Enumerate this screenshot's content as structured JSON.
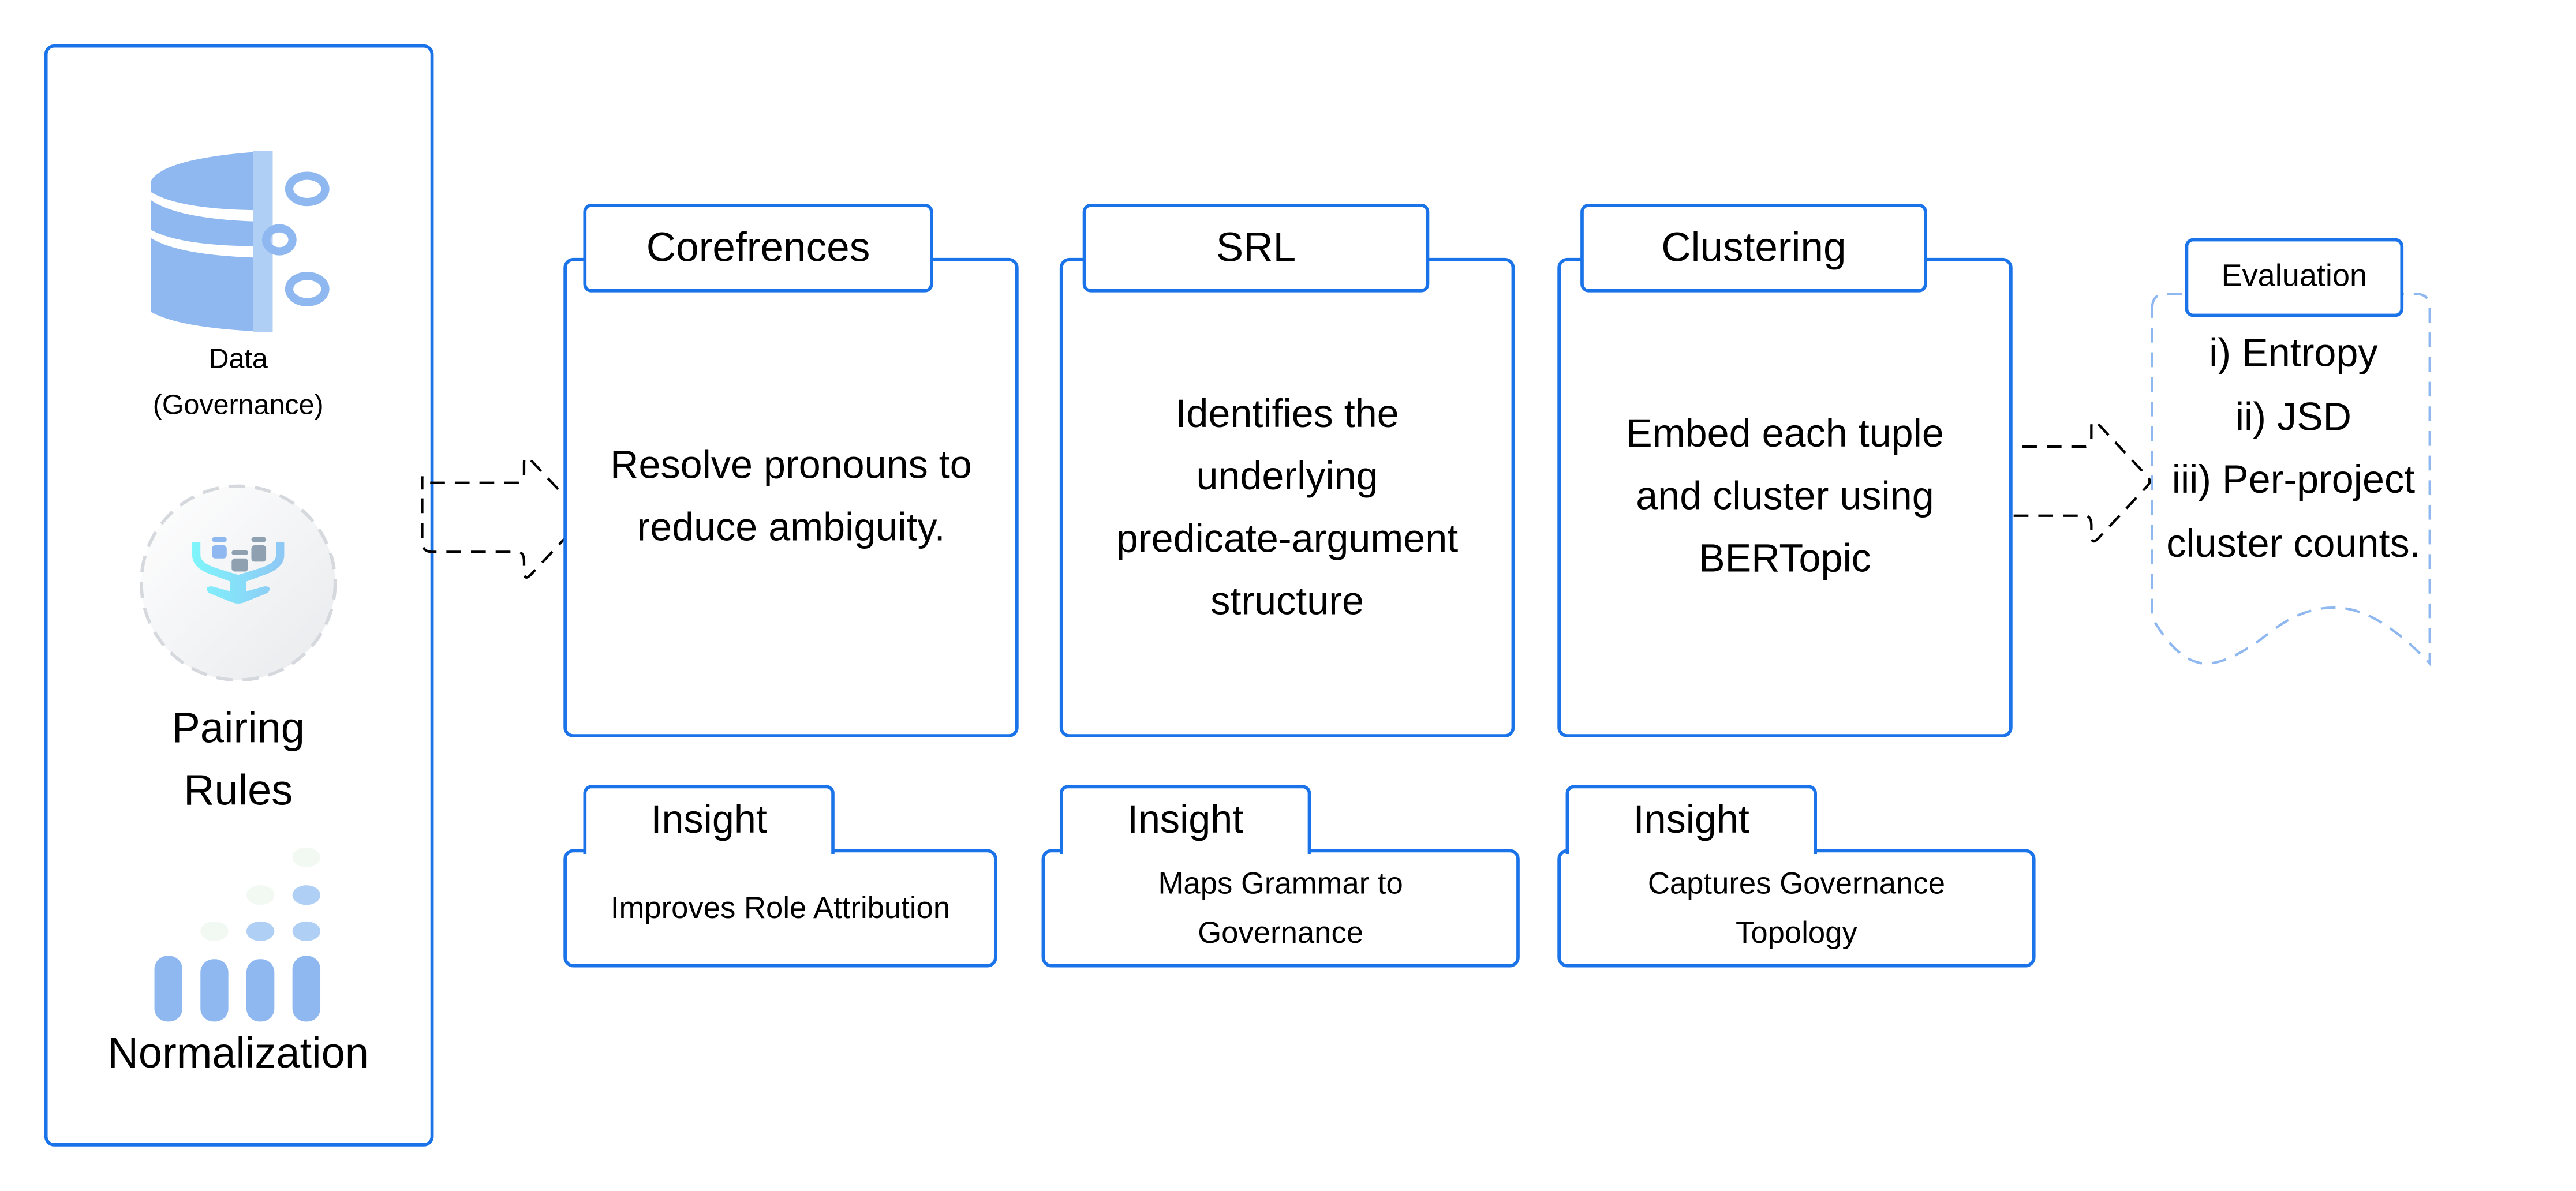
{
  "left_panel": {
    "data_label_line1": "Data",
    "data_label_line2": "(Governance)",
    "pairing_label_line1": "Pairing",
    "pairing_label_line2": "Rules",
    "normalization_label": "Normalization",
    "icons": [
      "database-icon",
      "pairing-rules-icon",
      "normalization-bars-icon"
    ]
  },
  "stages": [
    {
      "title": "Corefrences",
      "lines": [
        "Resolve pronouns to",
        "reduce ambiguity."
      ],
      "insight_title": "Insight",
      "insight_lines": [
        "Improves Role Attribution"
      ]
    },
    {
      "title": "SRL",
      "lines": [
        "Identifies the",
        "underlying",
        "predicate-argument",
        "structure"
      ],
      "insight_title": "Insight",
      "insight_lines": [
        "Maps Grammar to",
        "Governance"
      ]
    },
    {
      "title": "Clustering",
      "lines": [
        "Embed each tuple",
        "and cluster using",
        "BERTopic"
      ],
      "insight_title": "Insight",
      "insight_lines": [
        "Captures Governance",
        "Topology"
      ]
    }
  ],
  "evaluation": {
    "title": "Evaluation",
    "lines": [
      "i) Entropy",
      "ii) JSD",
      "iii) Per-project",
      "cluster counts."
    ]
  },
  "colors": {
    "accent": "#1a73e8",
    "icon_blue": "#8fb8f0",
    "icon_light": "#b0cff5",
    "dashed_doc": "#8fb8f0"
  }
}
